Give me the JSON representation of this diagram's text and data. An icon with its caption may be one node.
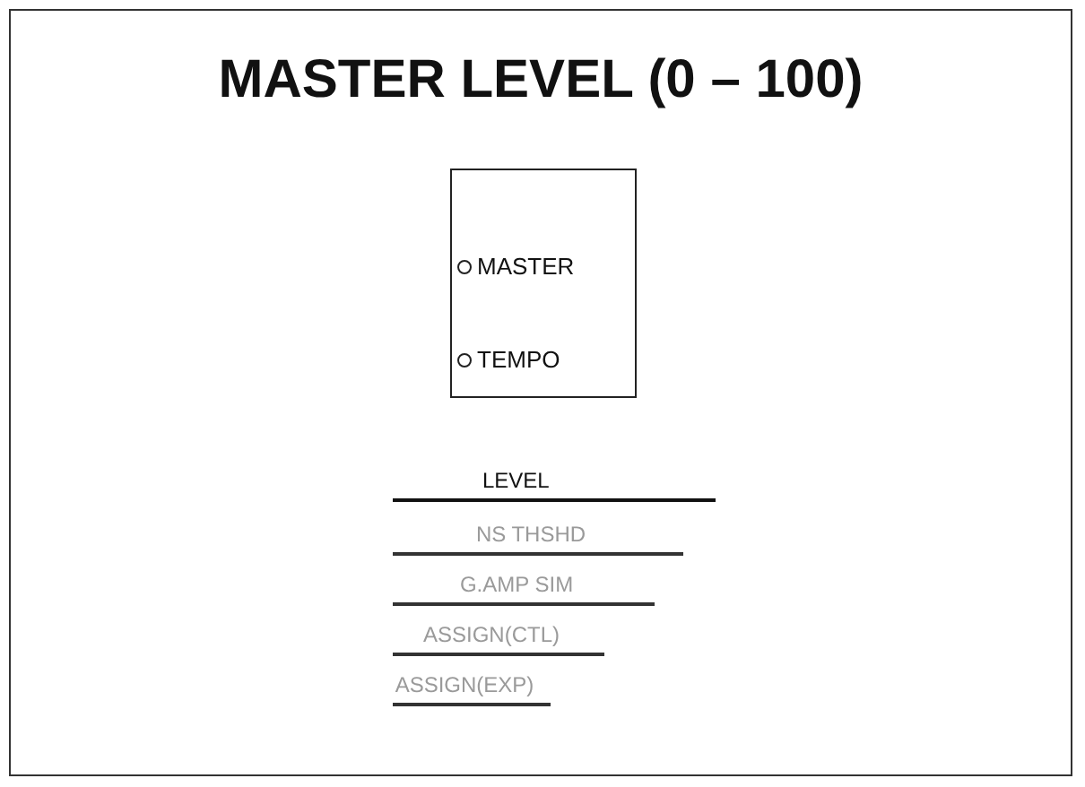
{
  "diagram": {
    "title": "MASTER LEVEL (0 – 100)",
    "nodes": [
      {
        "text": [
          "MASTER",
          "TEMPO"
        ]
      }
    ],
    "labels": [
      "LEVEL",
      "NS THSHD",
      "G.AMP SIM",
      "ASSIGN(CTL)",
      "ASSIGN(EXP)"
    ]
  }
}
